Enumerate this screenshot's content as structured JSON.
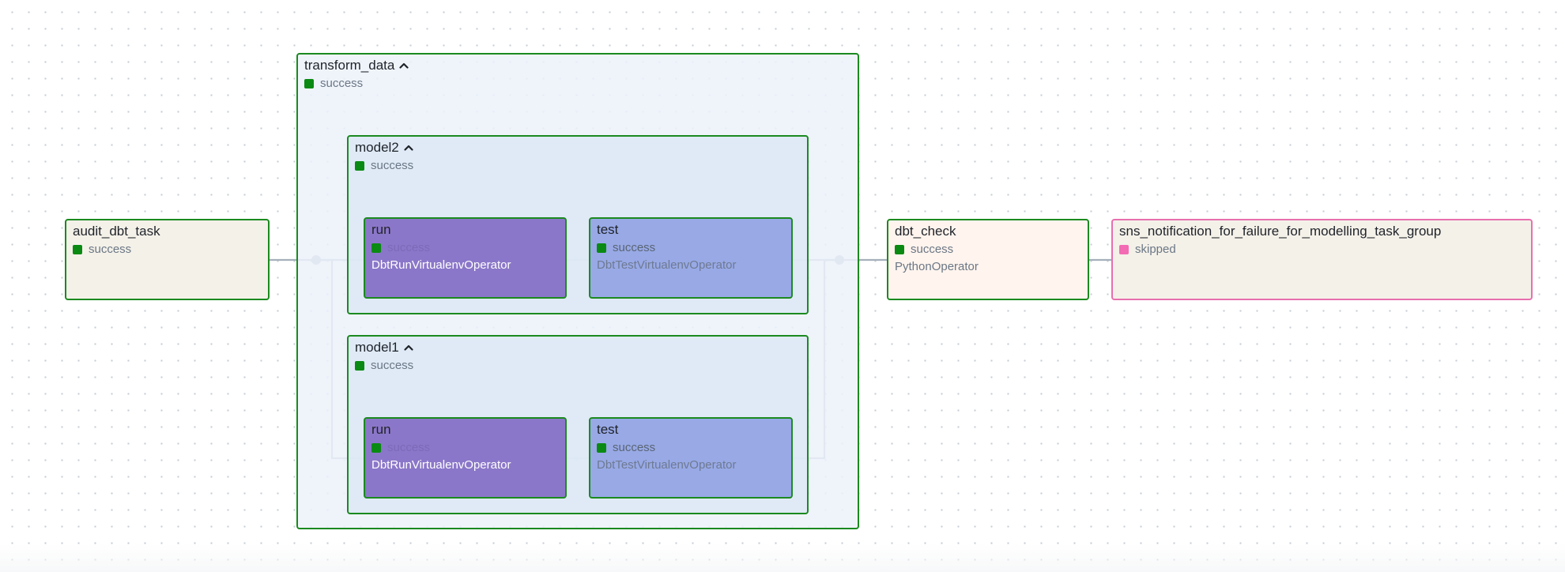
{
  "colors": {
    "success_border": "#1b8a1f",
    "success_status": "#0a8a12",
    "skipped_border": "#e86fae",
    "skipped_status": "#f26bb3",
    "edge": "#a5b0bc",
    "run_fill": "#8b77c9",
    "test_fill": "#98a9e6",
    "audit_fill": "#f4f1e9",
    "dbt_check_fill": "#fff4ee",
    "sns_fill": "#f4f1e9"
  },
  "groups": {
    "transform_data": {
      "label": "transform_data",
      "status": "success",
      "toggle_icon": "chevron-up-icon"
    },
    "model2": {
      "label": "model2",
      "status": "success",
      "toggle_icon": "chevron-up-icon"
    },
    "model1": {
      "label": "model1",
      "status": "success",
      "toggle_icon": "chevron-up-icon"
    }
  },
  "nodes": {
    "audit_dbt_task": {
      "label": "audit_dbt_task",
      "status": "success",
      "operator": ""
    },
    "model2_run": {
      "label": "run",
      "status": "success",
      "operator": "DbtRunVirtualenvOperator"
    },
    "model2_test": {
      "label": "test",
      "status": "success",
      "operator": "DbtTestVirtualenvOperator"
    },
    "model1_run": {
      "label": "run",
      "status": "success",
      "operator": "DbtRunVirtualenvOperator"
    },
    "model1_test": {
      "label": "test",
      "status": "success",
      "operator": "DbtTestVirtualenvOperator"
    },
    "dbt_check": {
      "label": "dbt_check",
      "status": "success",
      "operator": "PythonOperator"
    },
    "sns_notification": {
      "label": "sns_notification_for_failure_for_modelling_task_group",
      "status": "skipped",
      "operator": ""
    }
  }
}
